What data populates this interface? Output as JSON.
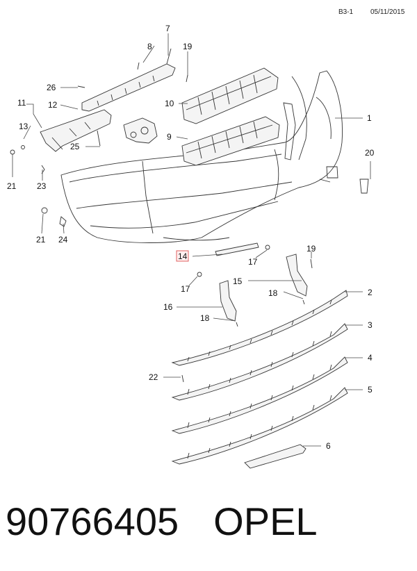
{
  "header": {
    "sheet": "B3-1",
    "date": "05/11/2015"
  },
  "callouts": {
    "c1": "1",
    "c2": "2",
    "c3": "3",
    "c4": "4",
    "c5": "5",
    "c6": "6",
    "c7": "7",
    "c8": "8",
    "c9": "9",
    "c10": "10",
    "c11": "11",
    "c12": "12",
    "c13": "13",
    "c14": "14",
    "c15": "15",
    "c16": "16",
    "c17a": "17",
    "c17b": "17",
    "c18a": "18",
    "c18b": "18",
    "c19a": "19",
    "c19b": "19",
    "c20": "20",
    "c21a": "21",
    "c21b": "21",
    "c22": "22",
    "c23": "23",
    "c24": "24",
    "c25": "25",
    "c26": "26"
  },
  "highlight": {
    "part": "14",
    "color": "#e06060"
  },
  "footer": {
    "part_number": "90766405",
    "brand": "OPEL"
  }
}
